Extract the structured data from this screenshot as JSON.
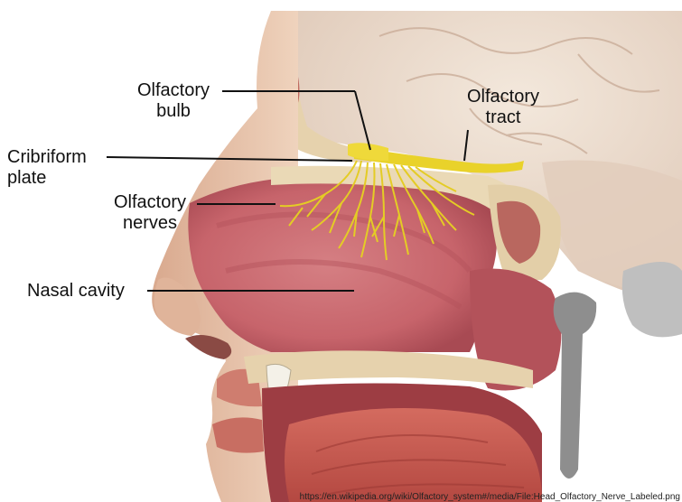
{
  "labels": {
    "olfactory_bulb": [
      "Olfactory",
      "bulb"
    ],
    "olfactory_tract": [
      "Olfactory",
      "tract"
    ],
    "cribriform_plate": [
      "Cribriform",
      "plate"
    ],
    "olfactory_nerves": [
      "Olfactory",
      "nerves"
    ],
    "nasal_cavity": "Nasal cavity"
  },
  "credit": "https://en.wikipedia.org/wiki/Olfactory_system#/media/File:Head_Olfactory_Nerve_Labeled.png",
  "colors": {
    "nerve": "#e9d22a",
    "cavity": "#c8656d",
    "bone": "#ead9b6",
    "skin": "#e8c2a6",
    "brain": "#efe2d6",
    "muscle": "#c95a54",
    "leader": "#111111"
  }
}
